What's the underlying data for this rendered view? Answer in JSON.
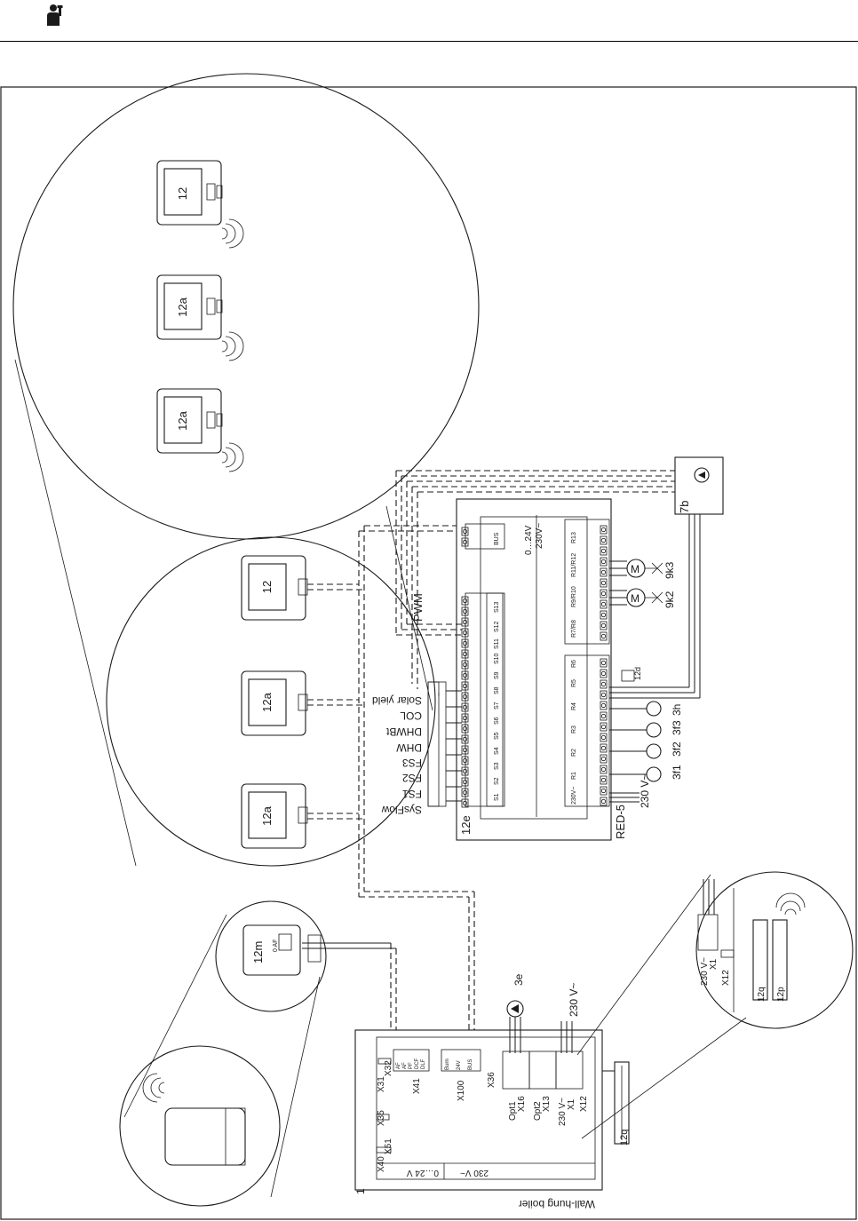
{
  "boiler": {
    "label": "Wall-hung boiler",
    "number": "1",
    "voltage_low": "0…24 V",
    "voltage_high": "230 V~",
    "terminals": {
      "x31": "X31",
      "x32": "X32",
      "x35": "X35",
      "x40": "X40",
      "x51": "X51",
      "x41": "X41",
      "x100": "X100",
      "x36": "X36",
      "opt1": "Opt1",
      "x16": "X16",
      "opt2": "Opt2",
      "x13": "X13",
      "x1": "X1",
      "x1_voltage": "230 V~",
      "x12": "X12"
    },
    "x41_pins": [
      "AF",
      "AF",
      "PF",
      "DCF",
      "DLF"
    ],
    "x100_pins": [
      "Burn",
      "24V",
      "BUS"
    ]
  },
  "module": {
    "label": "12e",
    "model": "RED-5",
    "sensor_terminals": [
      "S1",
      "S2",
      "S3",
      "S4",
      "S5",
      "S6",
      "S7",
      "S8",
      "S9",
      "S10",
      "S11",
      "S12",
      "S13"
    ],
    "relay_terminals": [
      "230V~",
      "R1",
      "R2",
      "R3",
      "R4",
      "R5",
      "R6"
    ],
    "mixer_terminals": [
      "R7/R8",
      "R9/R10",
      "R11/R12",
      "R13"
    ],
    "bus_label": "BUS",
    "voltage_low": "0…24V",
    "voltage_high": "230V~",
    "mains": "230 V~",
    "pwm": "PWM"
  },
  "sensors": [
    "SysFlow",
    "FS1",
    "FS2",
    "FS3",
    "DHW",
    "DHWBt",
    "COL",
    "Solar yield"
  ],
  "pumps": [
    "3f1",
    "3f2",
    "3f3",
    "3h"
  ],
  "mixers": [
    "9k2",
    "9k3"
  ],
  "thermostats_radio": [
    "12a",
    "12a",
    "12"
  ],
  "thermostats_wired": [
    "12a",
    "12a",
    "12"
  ],
  "labels": {
    "solar_pump": "7b",
    "t_sensor": "12d",
    "wall_sensor": "12m",
    "boiler_pump": "3e",
    "boiler_mains": "230 V~",
    "cyl_sensor": "12q",
    "rx_x1_voltage": "230 V~",
    "rx_x1": "X1",
    "rx_x12": "X12",
    "rx_12q": "12q",
    "rx_12p": "12p",
    "wall_sensor_pins": "0 AF"
  }
}
